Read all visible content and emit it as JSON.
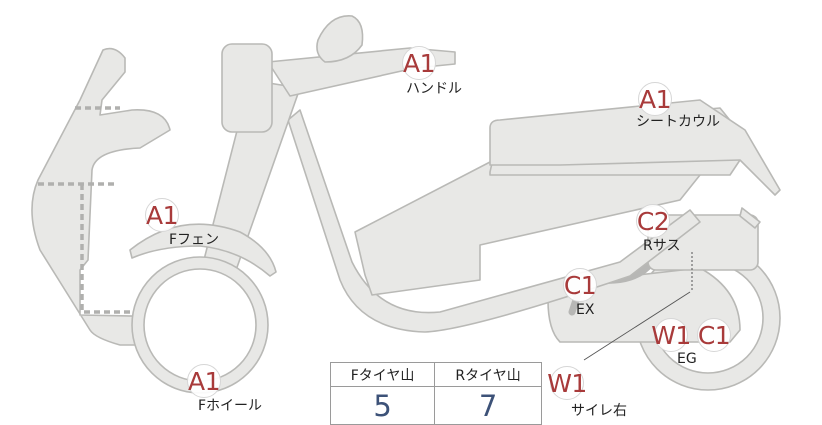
{
  "parts": [
    {
      "id": "handle",
      "code": "A1",
      "label": "ハンドル"
    },
    {
      "id": "seat-cowl",
      "code": "A1",
      "label": "シートカウル"
    },
    {
      "id": "f-fender",
      "code": "A1",
      "label": "Fフェン"
    },
    {
      "id": "r-sus",
      "code": "C2",
      "label": "Rサス"
    },
    {
      "id": "ex",
      "code": "C1",
      "label": "EX"
    },
    {
      "id": "eg-w",
      "code": "W1",
      "label": ""
    },
    {
      "id": "eg",
      "code": "C1",
      "label": "EG"
    },
    {
      "id": "f-wheel",
      "code": "A1",
      "label": "Fホイール"
    },
    {
      "id": "side-stand",
      "code": "W1",
      "label": "サイレ右"
    }
  ],
  "tire_table": {
    "headers": [
      "Fタイヤ山",
      "Rタイヤ山"
    ],
    "values": [
      "5",
      "7"
    ]
  },
  "colors": {
    "code_text": "#a83a3a",
    "value_text": "#3d5278",
    "body_fill": "#e8e8e6",
    "body_stroke": "#b9b9b6"
  }
}
